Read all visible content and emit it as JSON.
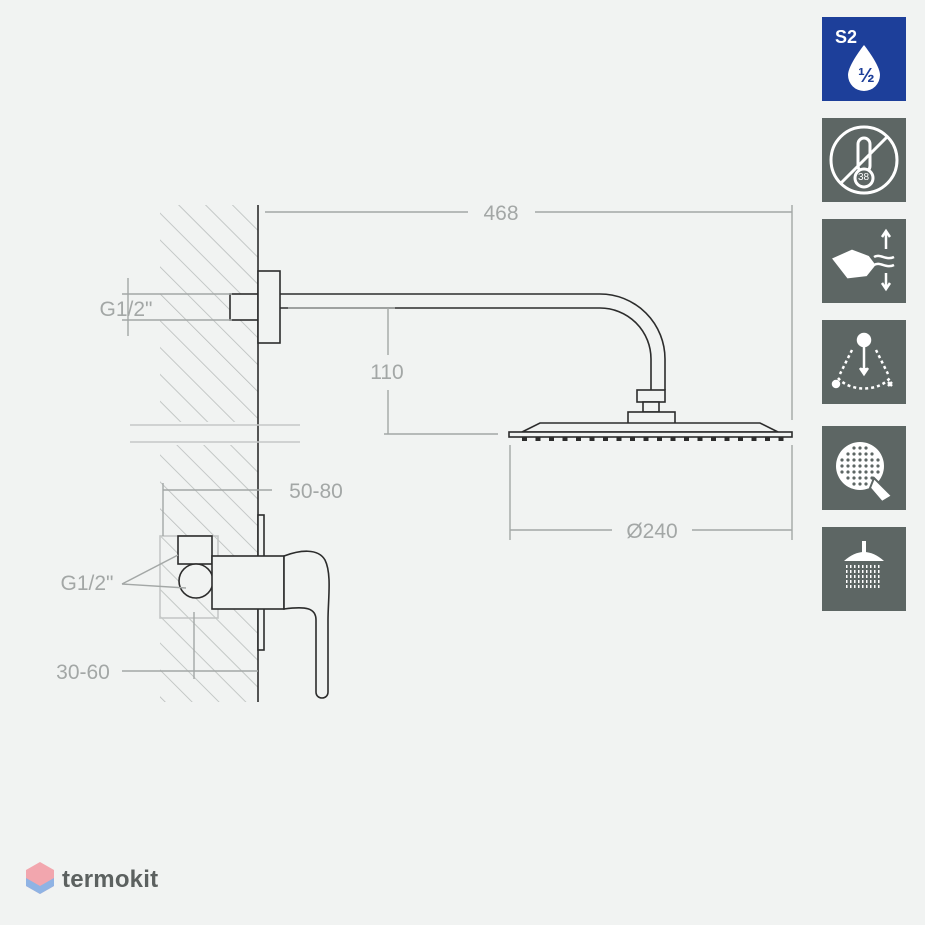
{
  "dimensions": {
    "overall_length": "468",
    "thread_top": "G1/2\"",
    "drop_height": "110",
    "wall_depth_range": "50-80",
    "thread_bottom": "G1/2\"",
    "inlet_depth_range": "30-60",
    "head_diameter": "Ø240"
  },
  "feature_icons": [
    {
      "name": "s2-water-saving-icon",
      "label": "S2",
      "sub": "½"
    },
    {
      "name": "no-thermostat-icon",
      "sub": "38"
    },
    {
      "name": "hand-wave-sensor-icon"
    },
    {
      "name": "swivel-hot-cold-icon"
    },
    {
      "name": "easy-clean-nozzles-icon"
    },
    {
      "name": "rain-shower-head-icon"
    }
  ],
  "brand": {
    "name": "termokit",
    "colors": [
      "#f08a97",
      "#7fa7dd"
    ]
  },
  "colors": {
    "line": "#2c2c2c",
    "dim": "#a3a7a6",
    "icon_bg": "#5d6664",
    "badge_bg": "#1d3f9a"
  }
}
